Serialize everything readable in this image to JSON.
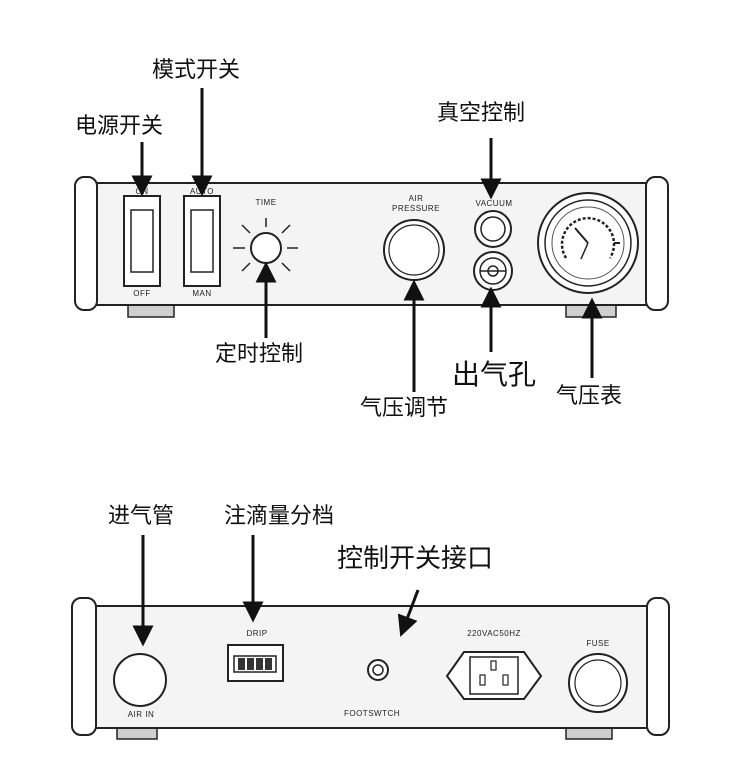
{
  "front_panel": {
    "annotations": {
      "power_switch": "电源开关",
      "mode_switch": "模式开关",
      "timer_control": "定时控制",
      "air_pressure_adjust": "气压调节",
      "vacuum_control": "真空控制",
      "air_outlet": "出气孔",
      "pressure_gauge": "气压表"
    },
    "panel_labels": {
      "on": "ON",
      "off": "OFF",
      "auto": "AUTO",
      "man": "MAN",
      "time": "TIME",
      "air": "AIR",
      "pressure": "PRESSURE",
      "vacuum": "VACUUM"
    }
  },
  "rear_panel": {
    "annotations": {
      "air_inlet_tube": "进气管",
      "drip_volume_setting": "注滴量分档",
      "control_switch_port": "控制开关接口"
    },
    "panel_labels": {
      "air_in": "AIR IN",
      "drip": "DRIP",
      "footswitch": "FOOTSWTCH",
      "voltage": "220VAC50HZ",
      "fuse": "FUSE"
    }
  }
}
